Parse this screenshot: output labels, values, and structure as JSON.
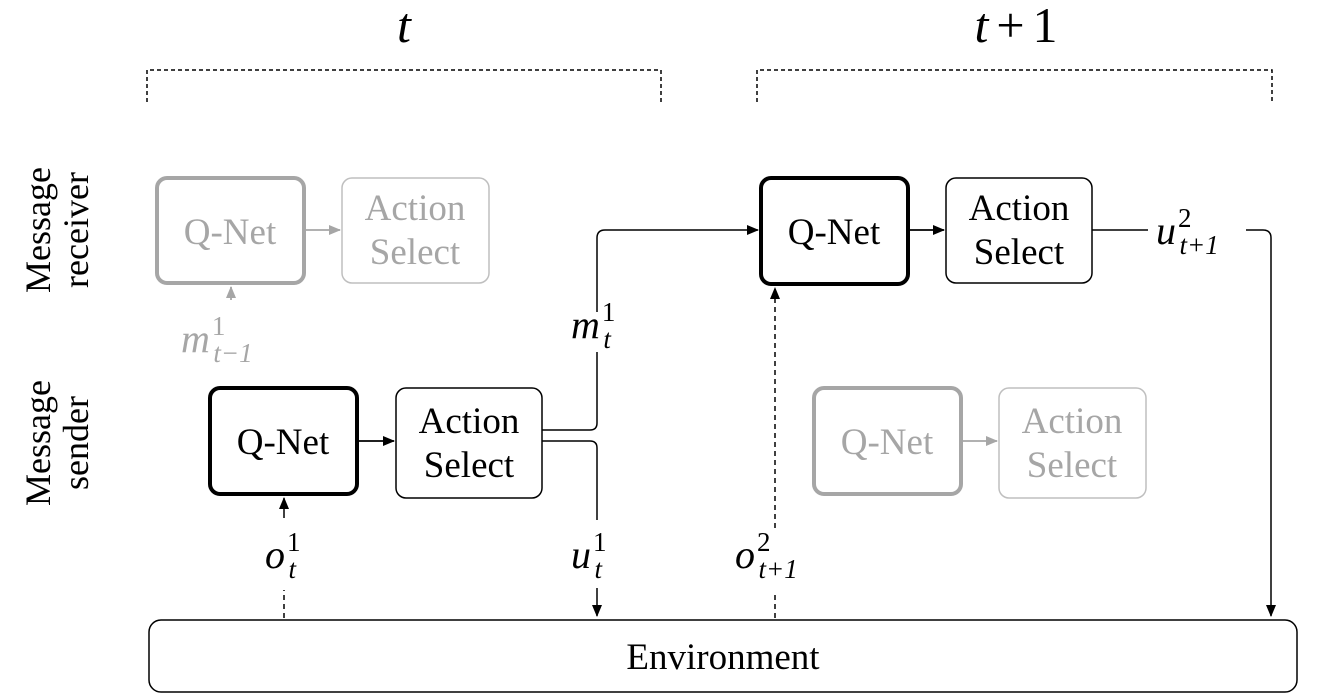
{
  "time_labels": {
    "t": "t",
    "t_plus_1_var": "t",
    "t_plus_1_op": "+",
    "t_plus_1_num": "1"
  },
  "row_labels": {
    "receiver": [
      "Message",
      "receiver"
    ],
    "sender": [
      "Message",
      "sender"
    ]
  },
  "boxes": {
    "qnet": "Q-Net",
    "action_line1": "Action",
    "action_line2": "Select",
    "environment": "Environment"
  },
  "math_labels": {
    "m_prev": {
      "base": "m",
      "sup": "1",
      "sub": "t−1"
    },
    "m_t": {
      "base": "m",
      "sup": "1",
      "sub": "t"
    },
    "o_t": {
      "base": "o",
      "sup": "1",
      "sub": "t"
    },
    "u_t": {
      "base": "u",
      "sup": "1",
      "sub": "t"
    },
    "o_next": {
      "base": "o",
      "sup": "2",
      "sub": "t+1"
    },
    "u_next": {
      "base": "u",
      "sup": "2",
      "sub": "t+1"
    }
  },
  "colors": {
    "active": "#000000",
    "inactive": "#a6a6a6"
  }
}
